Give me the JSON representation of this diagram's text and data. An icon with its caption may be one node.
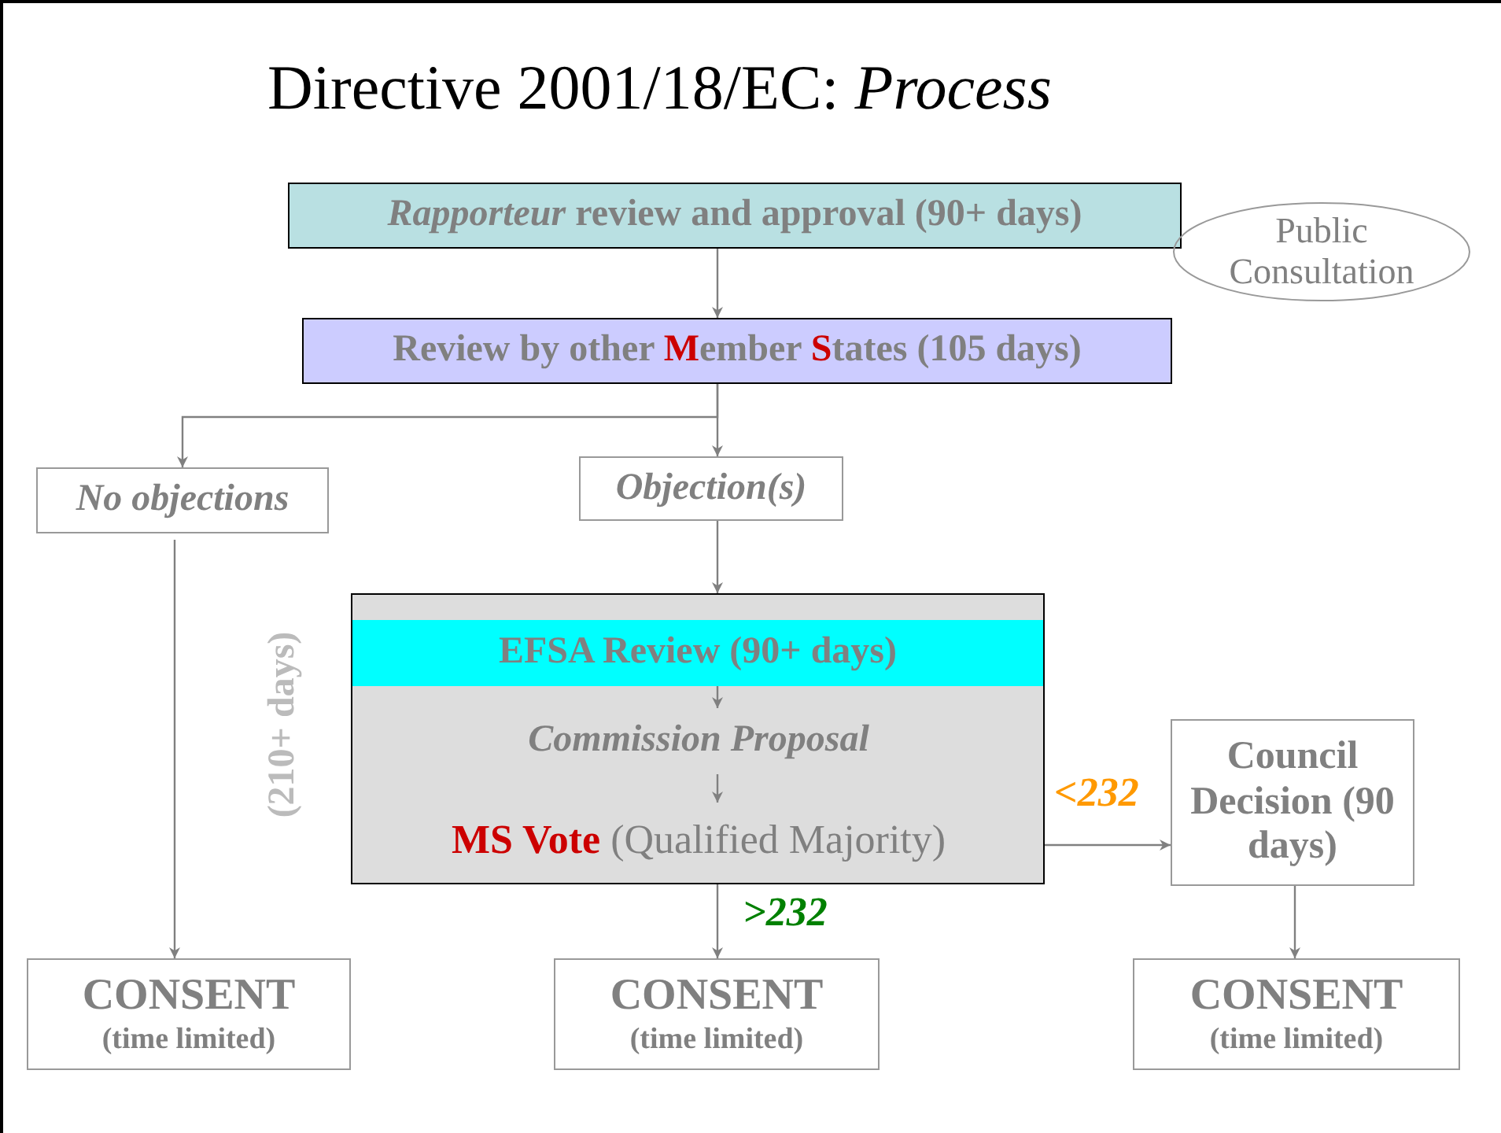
{
  "diagram": {
    "title": "Directive 2001/18/EC:  *Process*",
    "nodes": [
      {
        "text": [
          "*Rapporteur* review and approval (90+ days)"
        ]
      },
      {
        "text": [
          "Public Consultation"
        ]
      },
      {
        "text": [
          "Review by other **M**ember **S**tates (105 days)"
        ]
      },
      {
        "text": [
          "No objections"
        ]
      },
      {
        "text": [
          "Objection(s)"
        ]
      },
      {
        "text": [],
        "shape": "box",
        "beside": [
          "(210+ days)"
        ]
      },
      {
        "text": [
          "EFSA Review (90+ days)"
        ],
        "in": 5
      },
      {
        "text": [
          "Commission Proposal"
        ],
        "in": 5
      },
      {
        "text": [
          "**MS Vote** (Qualified Majority)"
        ],
        "in": 5
      },
      {
        "text": [
          "Council Decision (90 days)"
        ]
      },
      {
        "text": [
          "CONSENT",
          "(time limited)"
        ]
      },
      {
        "text": [
          "CONSENT",
          "(time limited)"
        ]
      },
      {
        "text": [
          "CONSENT",
          "(time limited)"
        ]
      }
    ],
    "edges": [
      {
        "from": 0,
        "to": 2,
        "arrow": "to"
      },
      {
        "from": 2,
        "to": 3,
        "arrow": "to"
      },
      {
        "from": 2,
        "to": 4,
        "arrow": "to"
      },
      {
        "from": 4,
        "to": 5,
        "arrow": "to"
      },
      {
        "from": 6,
        "to": 7,
        "arrow": "to"
      },
      {
        "from": 7,
        "to": 8,
        "arrow": "to"
      },
      {
        "from": 5,
        "to": 9,
        "arrow": "to",
        "label": "<232"
      },
      {
        "from": 5,
        "to": 11,
        "arrow": "to",
        "label": ">232"
      },
      {
        "from": 3,
        "to": 10,
        "arrow": "to"
      },
      {
        "from": 9,
        "to": 12,
        "arrow": "to"
      }
    ]
  }
}
